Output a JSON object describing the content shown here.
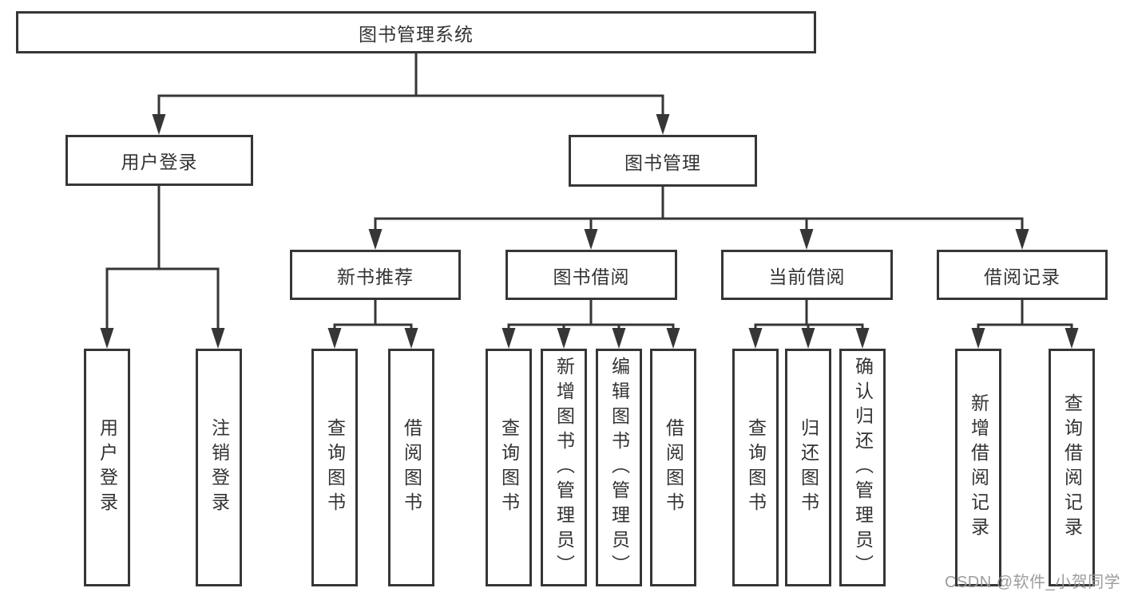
{
  "diagram": {
    "root": {
      "label": "图书管理系统"
    },
    "branches": [
      {
        "label": "用户登录",
        "children": [
          {
            "label": "用户登录"
          },
          {
            "label": "注销登录"
          }
        ]
      },
      {
        "label": "图书管理",
        "children": [
          {
            "label": "新书推荐",
            "children": [
              {
                "label": "查询图书"
              },
              {
                "label": "借阅图书"
              }
            ]
          },
          {
            "label": "图书借阅",
            "children": [
              {
                "label": "查询图书"
              },
              {
                "label": "新增图书（管理员）"
              },
              {
                "label": "编辑图书（管理员）"
              },
              {
                "label": "借阅图书"
              }
            ]
          },
          {
            "label": "当前借阅",
            "children": [
              {
                "label": "查询图书"
              },
              {
                "label": "归还图书"
              },
              {
                "label": "确认归还（管理员）"
              }
            ]
          },
          {
            "label": "借阅记录",
            "children": [
              {
                "label": "新增借阅记录"
              },
              {
                "label": "查询借阅记录"
              }
            ]
          }
        ]
      }
    ]
  },
  "watermark": {
    "text": "CSDN @软件_小贺同学"
  },
  "colors": {
    "line": "#363636",
    "text": "#333333",
    "watermark": "#989898",
    "background": "#ffffff"
  }
}
